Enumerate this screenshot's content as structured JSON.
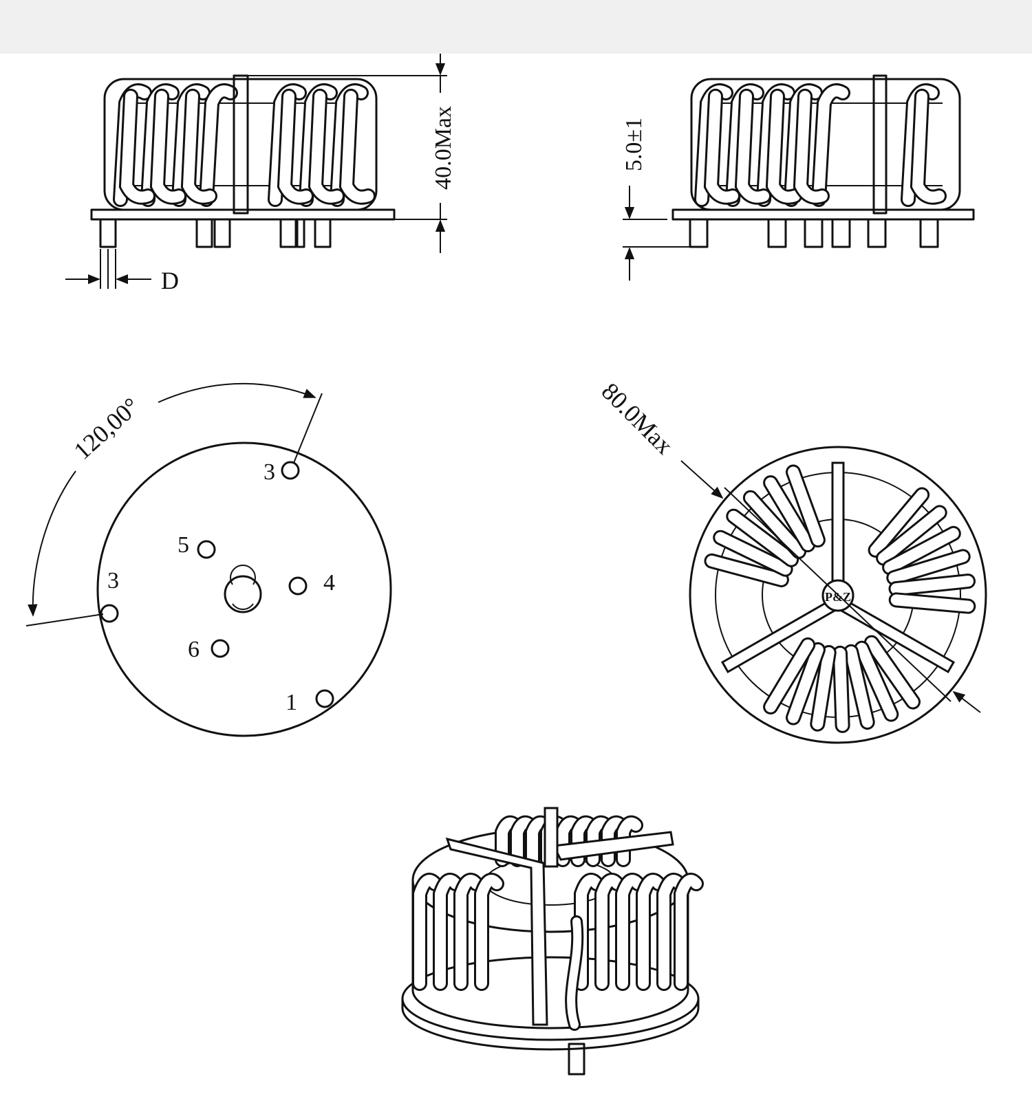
{
  "dimensions": {
    "height": "40.0Max",
    "pin_length": "5.0±1",
    "pin_diameter": "D",
    "angle": "120,00°",
    "diameter": "80.0Max"
  },
  "pin_labels": {
    "p3_top": "3",
    "p5": "5",
    "p3_left": "3",
    "p4": "4",
    "p6": "6",
    "p1": "1"
  },
  "marking": "P&Z"
}
